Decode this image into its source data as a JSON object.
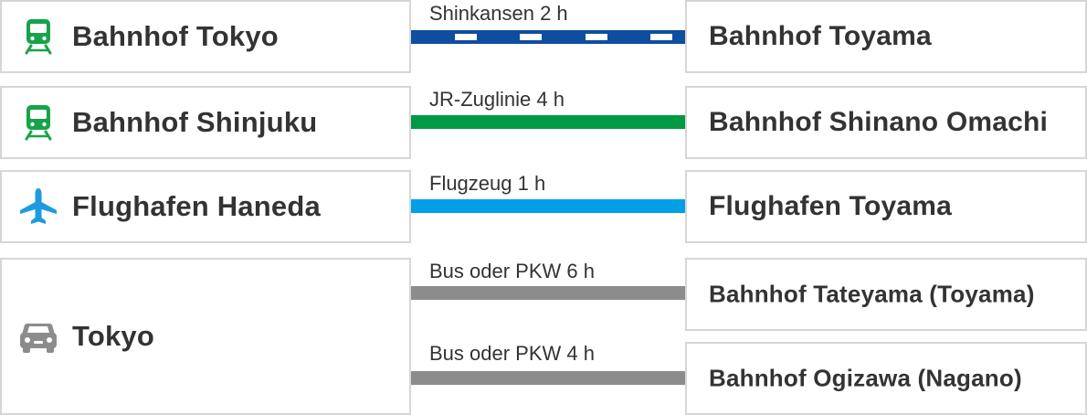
{
  "routes": [
    {
      "origin": "Bahnhof Tokyo",
      "origin_icon": "train-icon",
      "connection": "Shinkansen 2 h",
      "line_color": "#0f4d9e",
      "line_style": "dashed-white",
      "destination": "Bahnhof Toyama"
    },
    {
      "origin": "Bahnhof Shinjuku",
      "origin_icon": "train-icon",
      "connection": "JR-Zuglinie 4 h",
      "line_color": "#009944",
      "line_style": "solid",
      "destination": "Bahnhof Shinano Omachi"
    },
    {
      "origin": "Flughafen Haneda",
      "origin_icon": "airplane-icon",
      "connection": "Flugzeug 1 h",
      "line_color": "#009fe8",
      "line_style": "solid",
      "destination": "Flughafen Toyama"
    },
    {
      "origin": "Tokyo",
      "origin_icon": "car-icon",
      "connections": [
        {
          "connection": "Bus oder PKW 6 h",
          "line_color": "#8c8c8c",
          "destination": "Bahnhof Tateyama (Toyama)"
        },
        {
          "connection": "Bus oder PKW 4 h",
          "line_color": "#8c8c8c",
          "destination": "Bahnhof Ogizawa (Nagano)"
        }
      ]
    }
  ],
  "colors": {
    "train_icon": "#16a34a",
    "airplane_icon": "#1e9be0",
    "car_icon": "#8c8c8c",
    "border": "#d6d6d6",
    "text": "#333333"
  }
}
